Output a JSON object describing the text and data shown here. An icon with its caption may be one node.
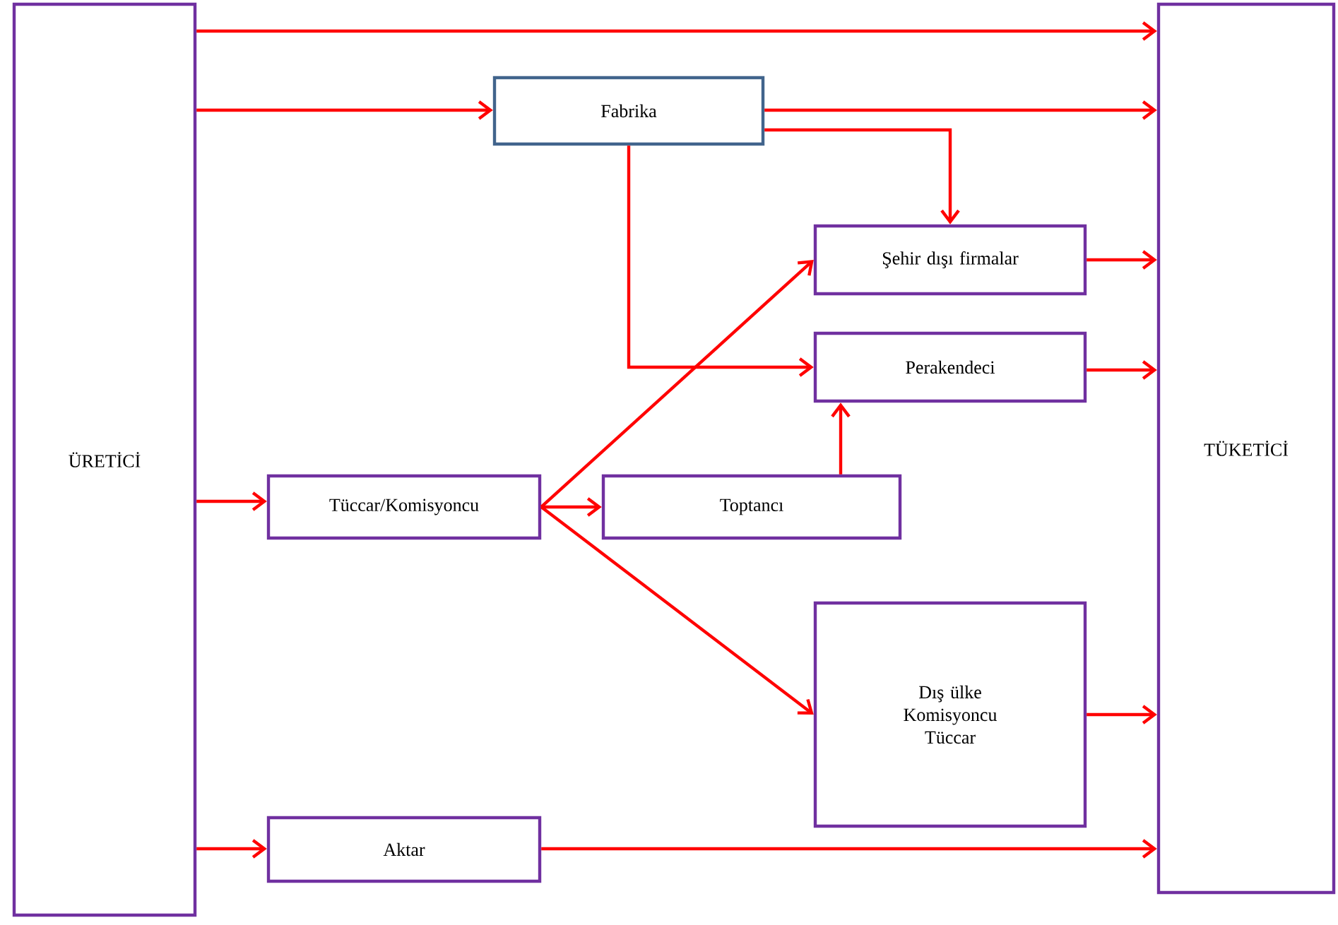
{
  "diagram": {
    "nodes": [
      {
        "text": [
          "ÜRETİCİ"
        ]
      },
      {
        "text": [
          "TÜKETİCİ"
        ]
      },
      {
        "text": [
          "Fabrika"
        ]
      },
      {
        "text": [
          "Şehir dışı firmalar"
        ]
      },
      {
        "text": [
          "Perakendeci"
        ]
      },
      {
        "text": [
          "Tüccar/Komisyoncu"
        ]
      },
      {
        "text": [
          "Toptancı"
        ]
      },
      {
        "text": [
          "Dış ülke Komisyoncu Tüccar"
        ]
      },
      {
        "text": [
          "Aktar"
        ]
      }
    ],
    "edges": [
      {
        "from": 0,
        "to": 1,
        "arrow": "to"
      },
      {
        "from": 0,
        "to": 2,
        "arrow": "to"
      },
      {
        "from": 2,
        "to": 1,
        "arrow": "to"
      },
      {
        "from": 2,
        "to": 3,
        "arrow": "to"
      },
      {
        "from": 2,
        "to": 4,
        "arrow": "to"
      },
      {
        "from": 0,
        "to": 5,
        "arrow": "to"
      },
      {
        "from": 5,
        "to": 3,
        "arrow": "to"
      },
      {
        "from": 5,
        "to": 6,
        "arrow": "to"
      },
      {
        "from": 5,
        "to": 7,
        "arrow": "to"
      },
      {
        "from": 6,
        "to": 4,
        "arrow": "to"
      },
      {
        "from": 3,
        "to": 1,
        "arrow": "to"
      },
      {
        "from": 4,
        "to": 1,
        "arrow": "to"
      },
      {
        "from": 7,
        "to": 1,
        "arrow": "to"
      },
      {
        "from": 0,
        "to": 8,
        "arrow": "to"
      },
      {
        "from": 8,
        "to": 1,
        "arrow": "to"
      }
    ]
  }
}
